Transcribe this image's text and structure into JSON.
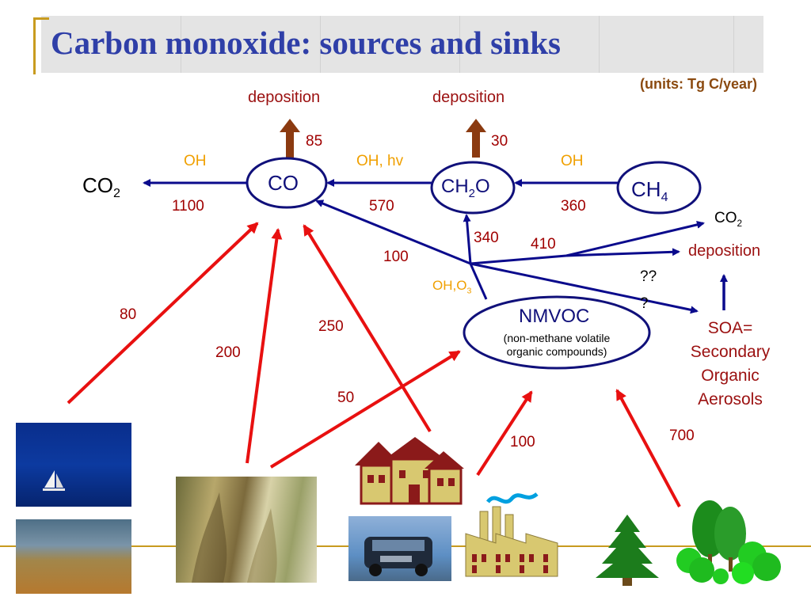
{
  "title": "Carbon monoxide: sources and sinks",
  "units": "(units: Tg C/year)",
  "nodes": {
    "co2_left": "CO",
    "co2_left_sub": "2",
    "co": "CO",
    "ch2o_a": "CH",
    "ch2o_sub": "2",
    "ch2o_b": "O",
    "ch4_a": "CH",
    "ch4_sub": "4",
    "nmvoc": "NMVOC",
    "nmvoc_line1": "(non-methane volatile",
    "nmvoc_line2": "organic compounds)",
    "co2_right": "CO",
    "co2_right_sub": "2",
    "deposition_right": "deposition",
    "soa_l1": "SOA=",
    "soa_l2": "Secondary",
    "soa_l3": "Organic",
    "soa_l4": "Aerosols"
  },
  "labels": {
    "deposition_co": "deposition",
    "deposition_ch2o": "deposition",
    "val_85": "85",
    "val_30": "30",
    "oh_1": "OH",
    "oh_hv": "OH, hv",
    "oh_2": "OH",
    "val_1100": "1100",
    "val_570": "570",
    "val_360": "360",
    "val_340": "340",
    "val_410": "410",
    "val_100a": "100",
    "oh_o3": "OH,O",
    "oh_o3_sub": "3",
    "qq1": "??",
    "qq2": "?",
    "val_80": "80",
    "val_200": "200",
    "val_250": "250",
    "val_50": "50",
    "val_100b": "100",
    "val_700": "700"
  },
  "colors": {
    "title": "#2f3fa8",
    "sink_arrow": "#0a0a8c",
    "source_arrow": "#e81010",
    "deposition_arrow": "#8b3a10",
    "accent_gold": "#c89b1f"
  },
  "icons": [
    "sailboat-photo",
    "field-photo",
    "fire-photo",
    "car-photo",
    "houses-icon",
    "factory-icon",
    "pine-tree-icon",
    "deciduous-trees-icon"
  ]
}
